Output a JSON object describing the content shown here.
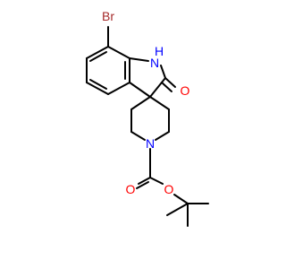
{
  "molecule": {
    "atoms": [
      {
        "key": "br",
        "text": "Br",
        "color": "#a52a2a"
      },
      {
        "key": "nh",
        "text": "H",
        "color": "#0000ff"
      },
      {
        "key": "nh_n",
        "text": "N",
        "color": "#0000ff"
      },
      {
        "key": "o_carbonyl",
        "text": "O",
        "color": "#ff0000"
      },
      {
        "key": "n_pip",
        "text": "N",
        "color": "#0000ff"
      },
      {
        "key": "o_carbamate_dbl",
        "text": "O",
        "color": "#ff0000"
      },
      {
        "key": "o_ester",
        "text": "O",
        "color": "#ff0000"
      }
    ],
    "bond_color": "#000000"
  }
}
